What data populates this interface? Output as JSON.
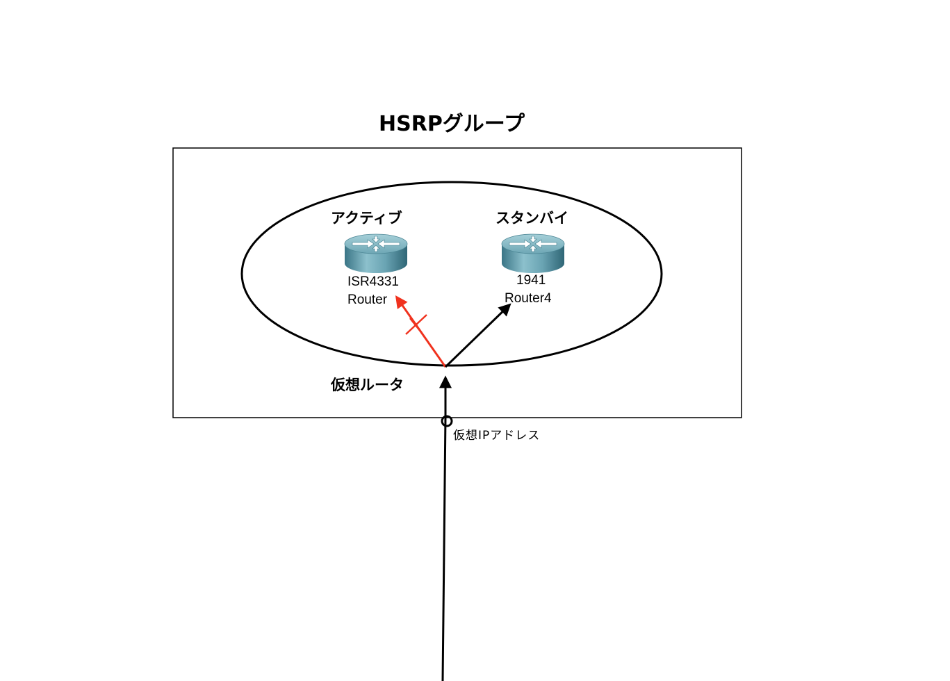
{
  "title": "HSRPグループ",
  "group": {
    "active": {
      "role_label": "アクティブ",
      "model": "ISR4331",
      "name": "Router"
    },
    "standby": {
      "role_label": "スタンバイ",
      "model": "1941",
      "name": "Router4"
    },
    "virtual_router_label": "仮想ルータ",
    "virtual_ip_label": "仮想IPアドレス"
  },
  "colors": {
    "line": "#000000",
    "failed_path": "#f0321e",
    "router_top": "#7fb3c0",
    "router_body": "#4b8a9b",
    "router_arrows": "#ffffff"
  },
  "icons": {
    "router": "router-icon",
    "failure_mark": "x-mark-icon"
  }
}
